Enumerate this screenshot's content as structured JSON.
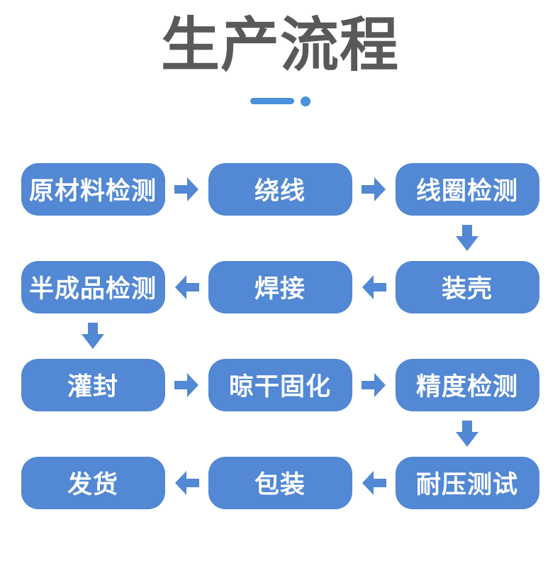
{
  "title": "生产流程",
  "colors": {
    "box": "#5288D4",
    "arrow": "#5288D4",
    "title": "#595959",
    "divider": "#4A90DC",
    "box_text": "#FFFFFF"
  },
  "flow": {
    "steps": [
      {
        "label": "原材料检测"
      },
      {
        "label": "绕线"
      },
      {
        "label": "线圈检测"
      },
      {
        "label": "装壳"
      },
      {
        "label": "焊接"
      },
      {
        "label": "半成品检测"
      },
      {
        "label": "灌封"
      },
      {
        "label": "晾干固化"
      },
      {
        "label": "精度检测"
      },
      {
        "label": "耐压测试"
      },
      {
        "label": "包装"
      },
      {
        "label": "发货"
      }
    ]
  }
}
